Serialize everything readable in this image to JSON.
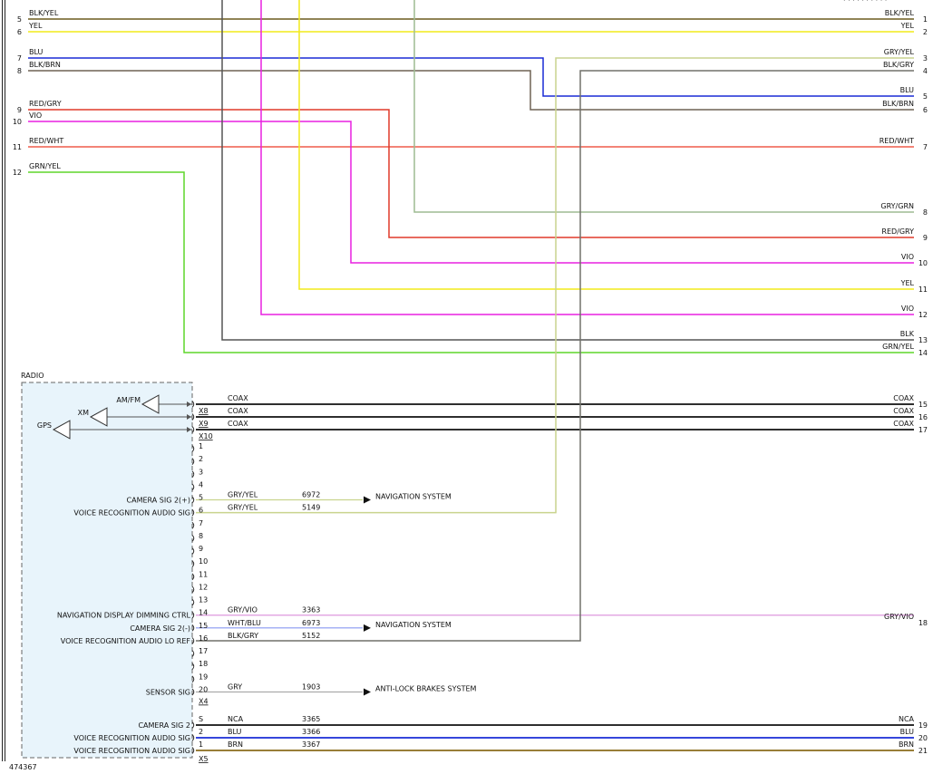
{
  "diagram": {
    "figure_id": "474367",
    "radio_label": "RADIO",
    "radio_fill": "#e8f4fb",
    "colors": {
      "BLK/YEL": "#6b5b1e",
      "YEL": "#f2ea1a",
      "BLU": "#1a2cd6",
      "BLK/BRN": "#6e6254",
      "RED/GRY": "#e03a2a",
      "VIO": "#e820e0",
      "RED/WHT": "#ef5b4a",
      "GRN/YEL": "#5fd52a",
      "GRY/YEL": "#c9d48e",
      "BLK/GRY": "#70706a",
      "GRY/GRN": "#9dbb92",
      "BLK": "#555555",
      "COAX": "#111111",
      "GRY/VIO": "#e3a8e3",
      "WHT/BLU": "#8898f2",
      "GRY": "#aaaaaa",
      "NCA": "#111111",
      "BRN": "#8a6b1c"
    },
    "left_wires": [
      {
        "pin": "5",
        "color": "BLK/YEL"
      },
      {
        "pin": "6",
        "color": "YEL"
      },
      {
        "pin": "7",
        "color": "BLU"
      },
      {
        "pin": "8",
        "color": "BLK/BRN"
      },
      {
        "pin": "9",
        "color": "RED/GRY"
      },
      {
        "pin": "10",
        "color": "VIO"
      },
      {
        "pin": "11",
        "color": "RED/WHT"
      },
      {
        "pin": "12",
        "color": "GRN/YEL"
      }
    ],
    "right_wires": [
      {
        "pin": "1",
        "color": "BLK/YEL"
      },
      {
        "pin": "2",
        "color": "YEL"
      },
      {
        "pin": "3",
        "color": "GRY/YEL"
      },
      {
        "pin": "4",
        "color": "BLK/GRY"
      },
      {
        "pin": "5",
        "color": "BLU"
      },
      {
        "pin": "6",
        "color": "BLK/BRN"
      },
      {
        "pin": "7",
        "color": "RED/WHT"
      },
      {
        "pin": "8",
        "color": "GRY/GRN"
      },
      {
        "pin": "9",
        "color": "RED/GRY"
      },
      {
        "pin": "10",
        "color": "VIO"
      },
      {
        "pin": "11",
        "color": "YEL"
      },
      {
        "pin": "12",
        "color": "VIO"
      },
      {
        "pin": "13",
        "color": "BLK"
      },
      {
        "pin": "14",
        "color": "GRN/YEL"
      },
      {
        "pin": "15",
        "color": "COAX"
      },
      {
        "pin": "16",
        "color": "COAX"
      },
      {
        "pin": "17",
        "color": "COAX"
      },
      {
        "pin": "18",
        "color": "GRY/VIO"
      },
      {
        "pin": "19",
        "color": "NCA"
      },
      {
        "pin": "20",
        "color": "BLU"
      },
      {
        "pin": "21",
        "color": "BRN"
      }
    ],
    "antennas": [
      {
        "label": "AM/FM",
        "connector": "X8"
      },
      {
        "label": "XM",
        "connector": "X9"
      },
      {
        "label": "GPS",
        "connector": "X10"
      }
    ],
    "radio_pins": [
      "1",
      "2",
      "3",
      "4",
      "5",
      "6",
      "7",
      "8",
      "9",
      "10",
      "11",
      "12",
      "13",
      "14",
      "15",
      "16",
      "17",
      "18",
      "19",
      "20"
    ],
    "radio_circuits": [
      {
        "pin": "5",
        "color": "GRY/YEL",
        "circuit": "6972",
        "desc": "CAMERA SIG 2(+)",
        "dest": "NAVIGATION SYSTEM"
      },
      {
        "pin": "6",
        "color": "GRY/YEL",
        "circuit": "5149",
        "desc": "VOICE RECOGNITION AUDIO SIG"
      },
      {
        "pin": "14",
        "color": "GRY/VIO",
        "circuit": "3363",
        "desc": "NAVIGATION DISPLAY DIMMING CTRL"
      },
      {
        "pin": "15",
        "color": "WHT/BLU",
        "circuit": "6973",
        "desc": "CAMERA SIG 2(-)",
        "dest": "NAVIGATION SYSTEM"
      },
      {
        "pin": "16",
        "color": "BLK/GRY",
        "circuit": "5152",
        "desc": "VOICE RECOGNITION AUDIO LO REF"
      },
      {
        "pin": "20",
        "color": "GRY",
        "circuit": "1903",
        "desc": "SENSOR SIG",
        "dest": "ANTI-LOCK BRAKES SYSTEM"
      }
    ],
    "connector_x4": "X4",
    "connector_x5": "X5",
    "x5_circuits": [
      {
        "pin": "S",
        "color": "NCA",
        "circuit": "3365",
        "desc": "CAMERA SIG 2"
      },
      {
        "pin": "2",
        "color": "BLU",
        "circuit": "3366",
        "desc": "VOICE RECOGNITION AUDIO SIG"
      },
      {
        "pin": "1",
        "color": "BRN",
        "circuit": "3367",
        "desc": "VOICE RECOGNITION AUDIO SIG"
      }
    ]
  }
}
